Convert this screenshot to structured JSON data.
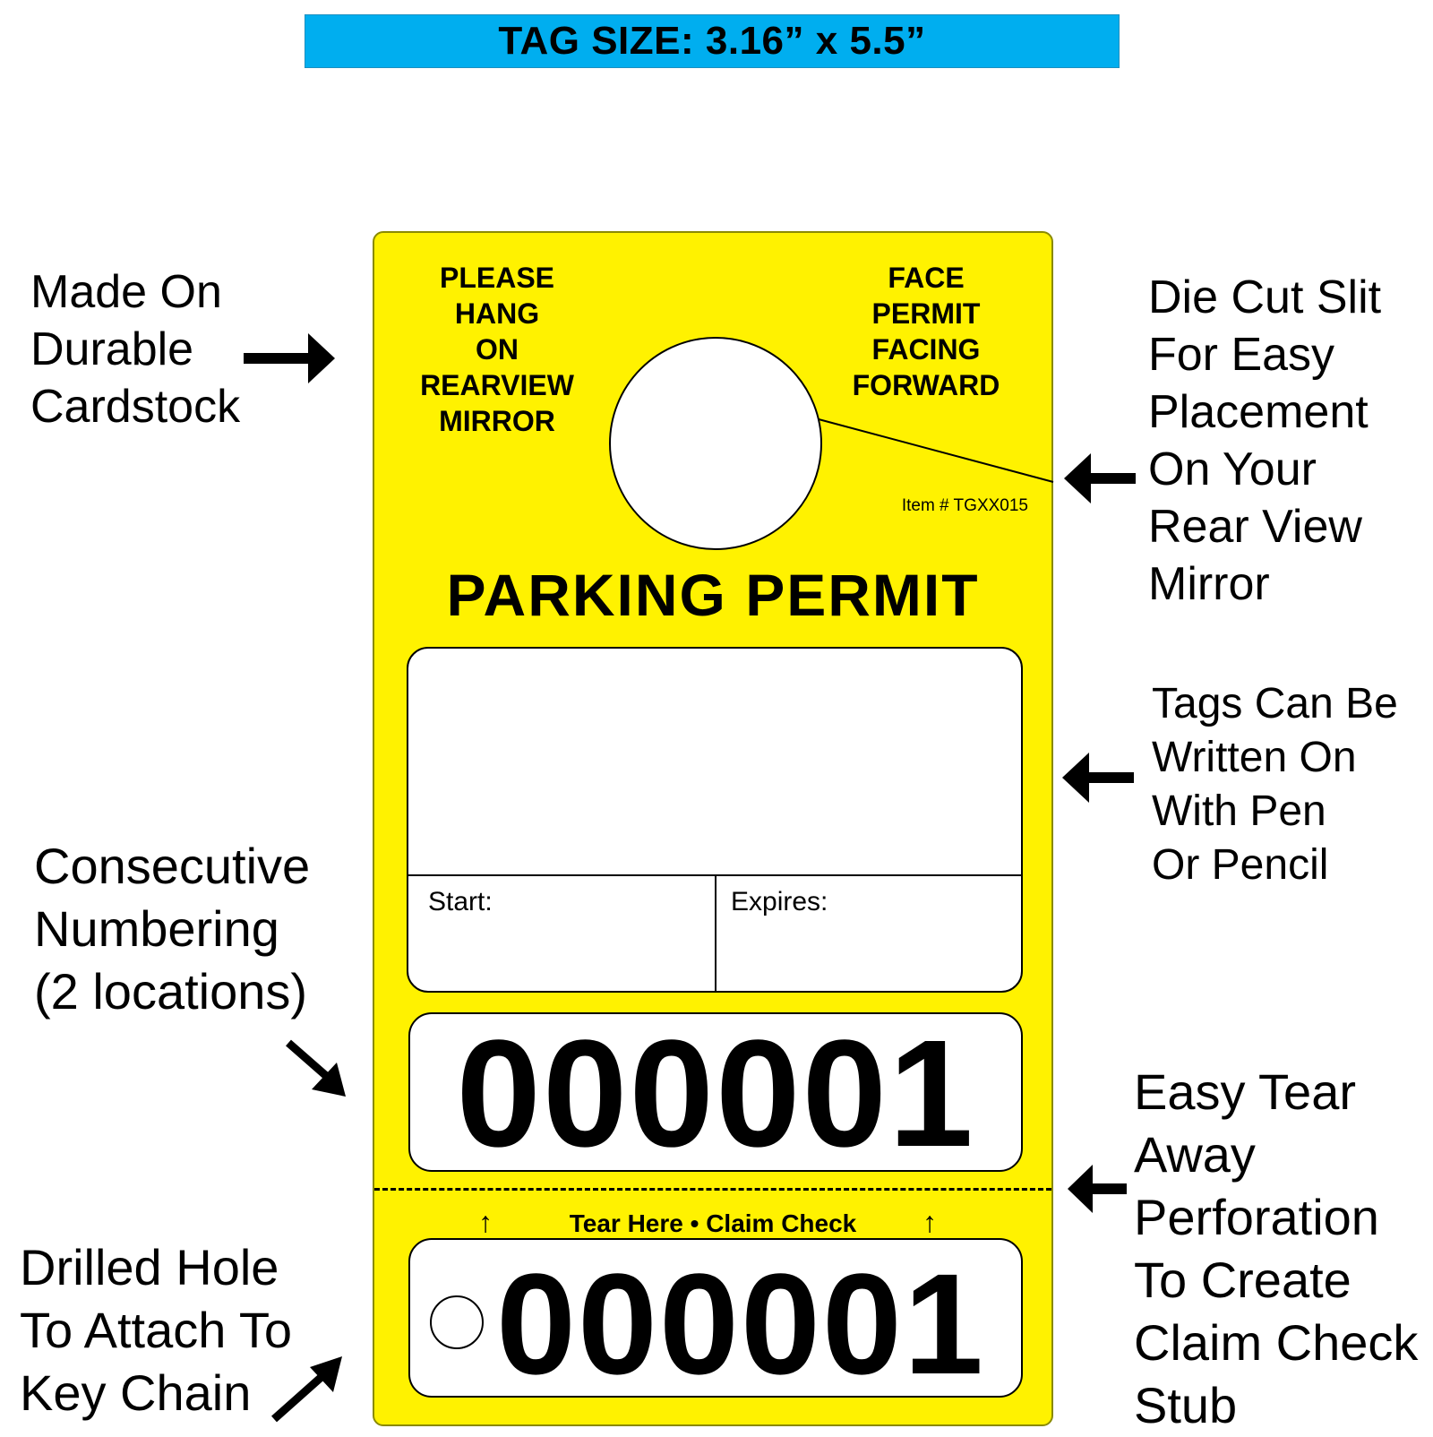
{
  "banner": {
    "text": "TAG SIZE: 3.16” x 5.5”"
  },
  "colors": {
    "banner": "#00AEEF",
    "tag": "#FFF200"
  },
  "callouts": {
    "cardstock": [
      "Made On",
      "Durable",
      "Cardstock"
    ],
    "die_cut": [
      "Die Cut Slit",
      "For Easy",
      "Placement",
      "On Your",
      "Rear View",
      "Mirror"
    ],
    "write_on": [
      "Tags Can Be",
      "Written On",
      "With Pen",
      "Or Pencil"
    ],
    "numbering": [
      "Consecutive",
      "Numbering",
      "(2 locations)"
    ],
    "tear_away": [
      "Easy Tear",
      "Away",
      "Perforation",
      "To Create",
      "Claim Check",
      "Stub"
    ],
    "drilled_hole": [
      "Drilled Hole",
      "To Attach To",
      "Key Chain"
    ]
  },
  "tag": {
    "left_text": [
      "PLEASE",
      "HANG",
      "ON",
      "REARVIEW",
      "MIRROR"
    ],
    "right_text": [
      "FACE",
      "PERMIT",
      "FACING",
      "FORWARD"
    ],
    "item_number": "Item # TGXX015",
    "title": "PARKING PERMIT",
    "start_label": "Start:",
    "expires_label": "Expires:",
    "number": "000001",
    "tear_text": "Tear Here • Claim Check",
    "stub_number": "000001"
  }
}
